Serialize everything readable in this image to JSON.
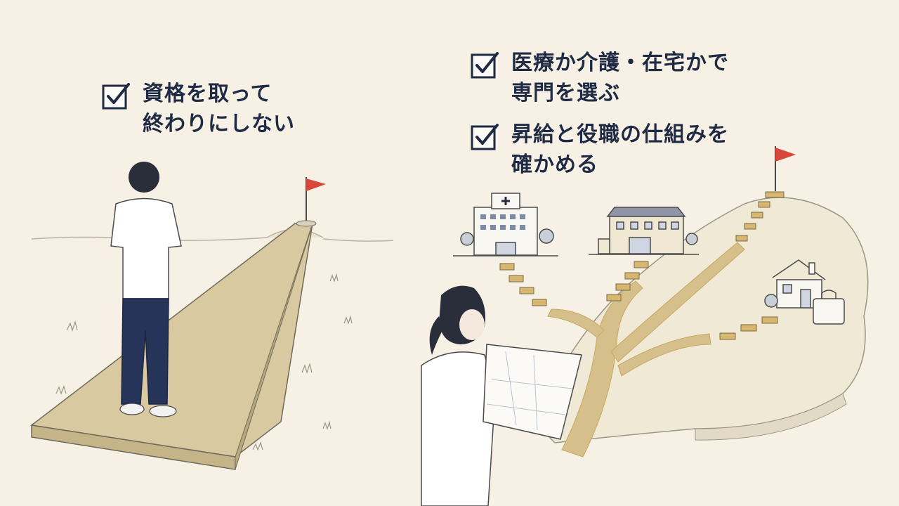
{
  "checklist_left": {
    "line1": "資格を取って",
    "line2": "終わりにしない"
  },
  "checklist_right": [
    {
      "line1": "医療か介護・在宅かで",
      "line2": "専門を選ぶ"
    },
    {
      "line1": "昇給と役職の仕組みを",
      "line2": "確かめる"
    }
  ],
  "icons": {
    "checkbox": "checkbox-checked-icon",
    "flag": "red-flag-icon",
    "hospital": "hospital-icon",
    "care_facility": "care-facility-icon",
    "house": "house-icon",
    "bag": "bag-icon",
    "map": "map-icon"
  },
  "colors": {
    "background": "#f6f1e4",
    "text": "#1f2a44",
    "path": "#d9c9a0",
    "steps": "#c9a860",
    "flag": "#d9473a"
  }
}
